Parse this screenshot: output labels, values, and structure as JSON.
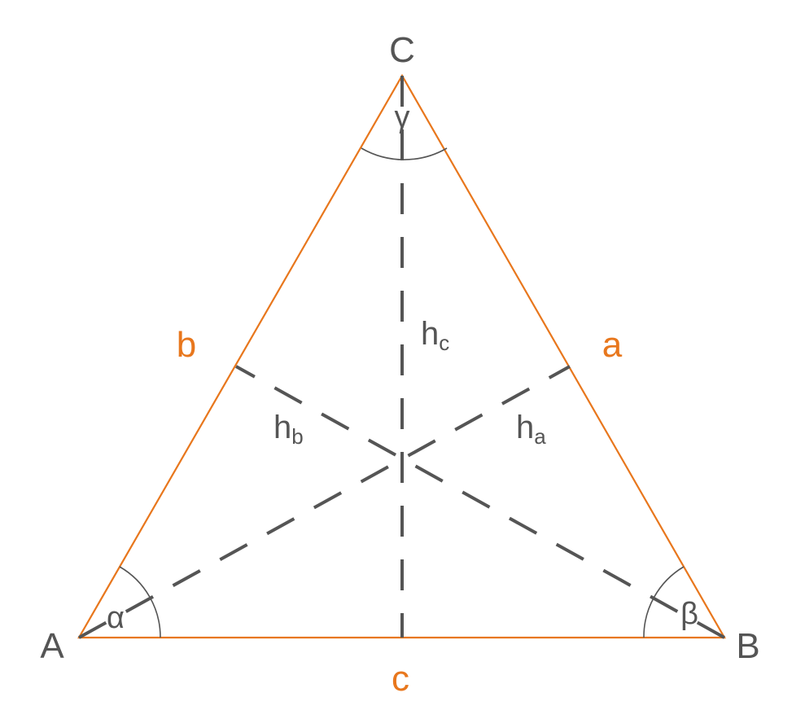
{
  "vertices": {
    "a": "A",
    "b": "B",
    "c": "C"
  },
  "sides": {
    "a": "a",
    "b": "b",
    "c": "c"
  },
  "angles": {
    "alpha": "α",
    "beta": "β",
    "gamma": "γ"
  },
  "altitudes": {
    "a": {
      "base": "h",
      "sub": "a"
    },
    "b": {
      "base": "h",
      "sub": "b"
    },
    "c": {
      "base": "h",
      "sub": "c"
    }
  },
  "colors": {
    "sides": "#e8771d",
    "lines": "#555555",
    "background": "#ffffff"
  }
}
